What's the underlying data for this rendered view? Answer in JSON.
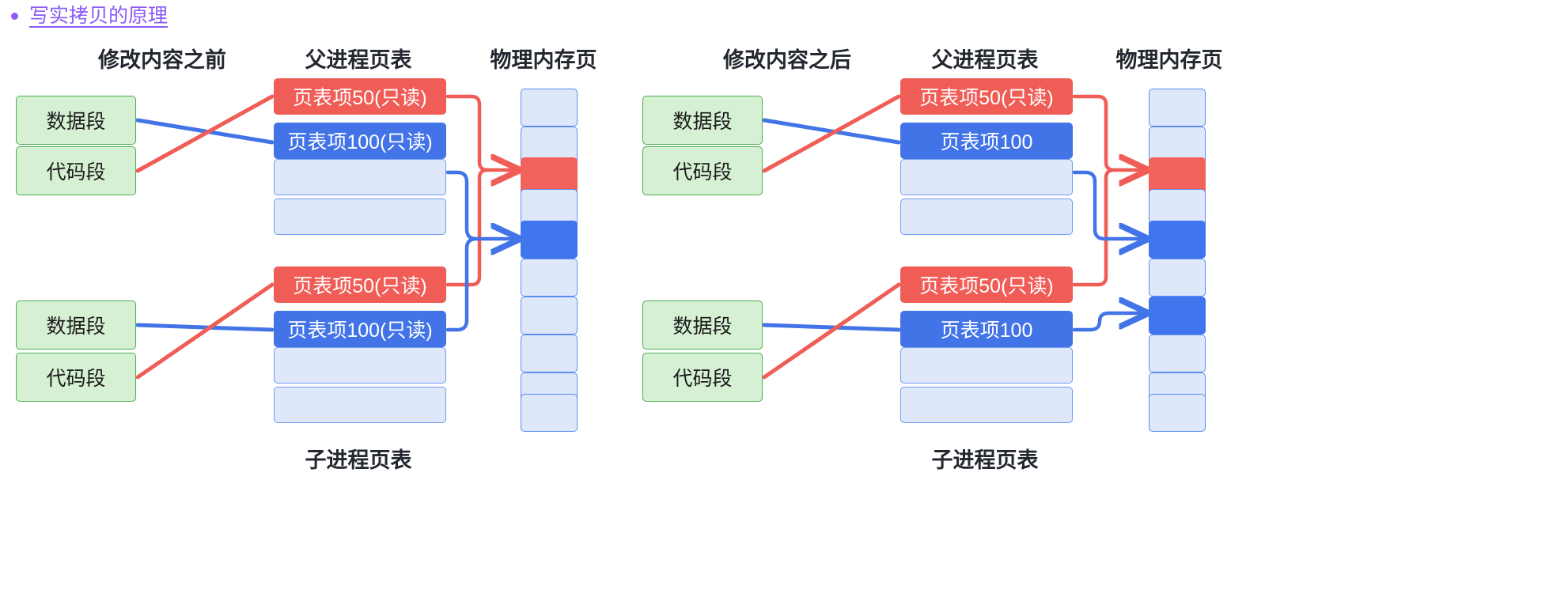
{
  "title": {
    "bullet_text": "写实拷贝的原理",
    "color": "#8b5cf6"
  },
  "colors": {
    "red": "#ef5d56",
    "blue": "#4274e8",
    "green_fill": "#d6f0d3",
    "green_border": "#4caf50",
    "empty_fill": "#dfe7fb",
    "empty_border": "#6f9bf2",
    "mem_red": "#f2625c",
    "mem_blue": "#3f76ee"
  },
  "panels": [
    {
      "id": "before",
      "caption": "修改内容之前",
      "page_table_header": "父进程页表",
      "memory_header": "物理内存页",
      "child_caption": "子进程页表",
      "segments": [
        {
          "label": "数据段"
        },
        {
          "label": "代码段"
        },
        {
          "label": "数据段"
        },
        {
          "label": "代码段"
        }
      ],
      "parent_table": [
        {
          "label": "页表项50(只读)",
          "kind": "red"
        },
        {
          "label": "页表项100(只读)",
          "kind": "blue"
        },
        {
          "label": "",
          "kind": "empty"
        },
        {
          "label": "",
          "kind": "empty"
        }
      ],
      "child_table": [
        {
          "label": "页表项50(只读)",
          "kind": "red"
        },
        {
          "label": "页表项100(只读)",
          "kind": "blue"
        },
        {
          "label": "",
          "kind": "empty"
        },
        {
          "label": "",
          "kind": "empty"
        }
      ],
      "memory_cells": [
        "empty",
        "empty",
        "red",
        "empty",
        "blue",
        "empty",
        "empty",
        "empty",
        "empty",
        "empty"
      ]
    },
    {
      "id": "after",
      "caption": "修改内容之后",
      "page_table_header": "父进程页表",
      "memory_header": "物理内存页",
      "child_caption": "子进程页表",
      "segments": [
        {
          "label": "数据段"
        },
        {
          "label": "代码段"
        },
        {
          "label": "数据段"
        },
        {
          "label": "代码段"
        }
      ],
      "parent_table": [
        {
          "label": "页表项50(只读)",
          "kind": "red"
        },
        {
          "label": "页表项100",
          "kind": "blue"
        },
        {
          "label": "",
          "kind": "empty"
        },
        {
          "label": "",
          "kind": "empty"
        }
      ],
      "child_table": [
        {
          "label": "页表项50(只读)",
          "kind": "red"
        },
        {
          "label": "页表项100",
          "kind": "blue"
        },
        {
          "label": "",
          "kind": "empty"
        },
        {
          "label": "",
          "kind": "empty"
        }
      ],
      "memory_cells": [
        "empty",
        "empty",
        "red",
        "empty",
        "blue",
        "empty",
        "blue",
        "empty",
        "empty",
        "empty"
      ]
    }
  ]
}
